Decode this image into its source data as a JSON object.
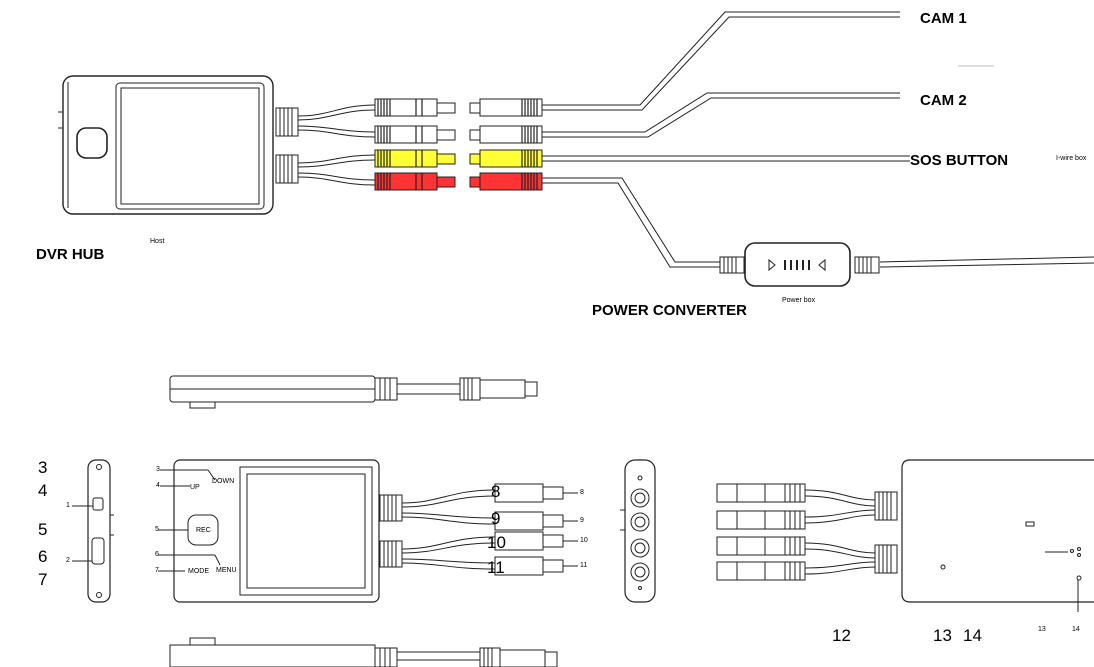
{
  "labels": {
    "cam1": "CAM 1",
    "cam2": "CAM 2",
    "sos": "SOS BUTTON",
    "dvr": "DVR HUB",
    "power": "POWER CONVERTER"
  },
  "small_text": {
    "host": "Host",
    "power_box": "Power box",
    "wire_box": "I-wire box",
    "rec": "REC",
    "mode": "MODE",
    "menu": "MENU",
    "up": "UP",
    "down": "DOWN"
  },
  "side_numbers": [
    "3",
    "4",
    "5",
    "6",
    "7"
  ],
  "connector_numbers": [
    "8",
    "9",
    "10",
    "11"
  ],
  "bottom_numbers": [
    "12",
    "13",
    "14"
  ],
  "small_numbers": [
    "1",
    "2",
    "3",
    "4",
    "5",
    "6",
    "7",
    "8",
    "9",
    "10",
    "11",
    "13",
    "14"
  ],
  "colors": {
    "yellow_cable": "#ffff33",
    "red_cable": "#ff3333",
    "line": "#222222"
  }
}
